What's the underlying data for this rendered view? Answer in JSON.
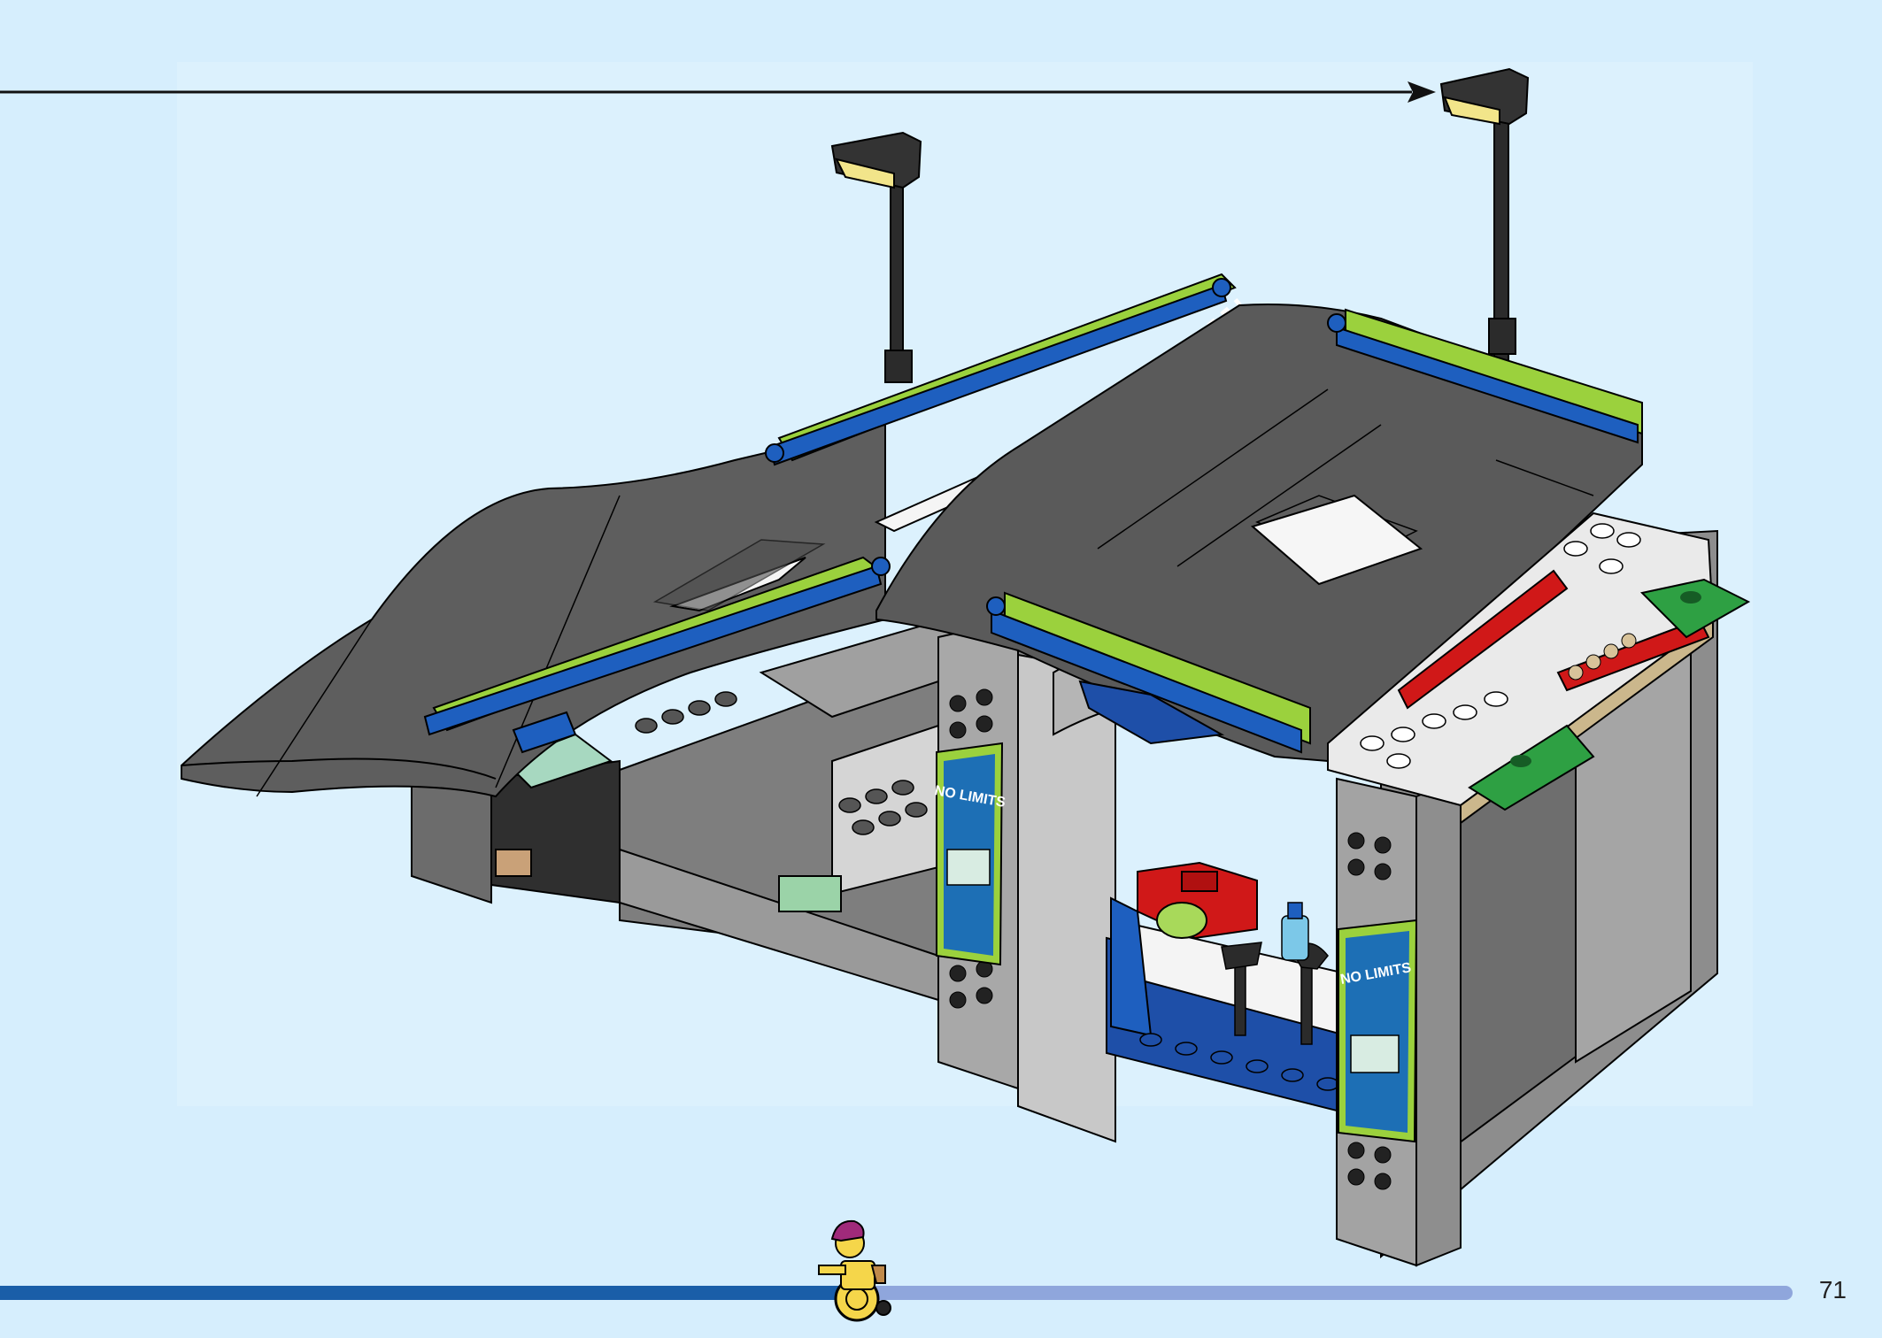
{
  "page": {
    "number": "71",
    "progress": 0.47
  },
  "colors": {
    "background": "#d6eefd",
    "progress_done": "#1a5ea8",
    "progress_remaining": "#8fa6dc",
    "accent_lime": "#9bd13d",
    "accent_blue": "#1e5fbf",
    "brick_red": "#d01818",
    "brick_green": "#2ea043",
    "ramp_dark_gray": "#5a5a5a",
    "light_gray": "#a9a9a9"
  },
  "illustration": {
    "banner_text": "NO LIMITS",
    "icons": [
      "step-arrow-icon",
      "street-lamp-icon",
      "minifigure-wheelchair-icon"
    ]
  }
}
